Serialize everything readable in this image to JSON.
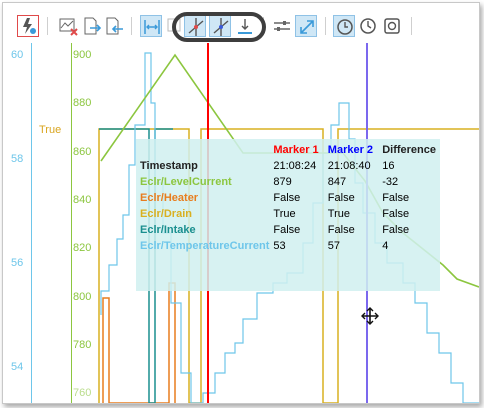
{
  "axes": {
    "left_blue_ticks": [
      "60",
      "58",
      "56",
      "54"
    ],
    "left_green_ticks": [
      "900",
      "880",
      "860",
      "840",
      "820",
      "800",
      "780",
      "760"
    ],
    "true_label": "True"
  },
  "tooltip": {
    "header": {
      "name": "",
      "marker1": "Marker 1",
      "marker2": "Marker 2",
      "difference": "Difference"
    },
    "rows": [
      {
        "name": "Timestamp",
        "m1": "21:08:24",
        "m2": "21:08:40",
        "diff": "16",
        "color": "#222222"
      },
      {
        "name": "Eclr/LevelCurrent",
        "m1": "879",
        "m2": "847",
        "diff": "-32",
        "color": "#8cc63f"
      },
      {
        "name": "Eclr/Heater",
        "m1": "False",
        "m2": "False",
        "diff": "False",
        "color": "#e87d1e"
      },
      {
        "name": "Eclr/Drain",
        "m1": "True",
        "m2": "True",
        "diff": "False",
        "color": "#d9b020"
      },
      {
        "name": "Eclr/Intake",
        "m1": "False",
        "m2": "False",
        "diff": "False",
        "color": "#1a8f8f"
      },
      {
        "name": "Eclr/TemperatureCurrent",
        "m1": "53",
        "m2": "57",
        "diff": "4",
        "color": "#6ec6ea"
      }
    ]
  },
  "toolbar": {
    "buttons": [
      "lightning-settings-icon",
      "chart-remove-icon",
      "export-right-icon",
      "export-left-icon",
      "fit-horizontal-icon",
      "cursor-select-icon",
      "marker-1-icon",
      "marker-2-icon",
      "baseline-icon",
      "adjust-icon",
      "expand-icon",
      "clock-icon",
      "history-icon",
      "snapshot-icon"
    ]
  },
  "colors": {
    "marker1": "#ff0000",
    "marker2": "#0000ff",
    "level": "#8cc63f",
    "temperature": "#6ec6ea",
    "heater": "#e87d1e",
    "drain": "#d9b020",
    "intake": "#1a8f8f"
  }
}
